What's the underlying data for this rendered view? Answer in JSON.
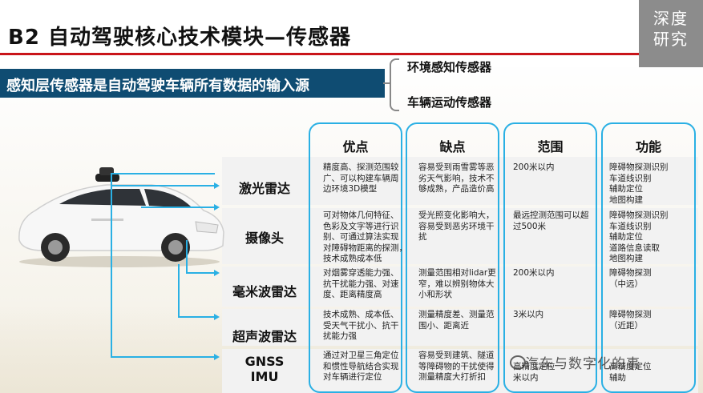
{
  "header": {
    "title": "B2 自动驾驶核心技术模块—传感器",
    "brand_line1": "深度",
    "brand_line2": "研究"
  },
  "subtitle": "感知层传感器是自动驾驶车辆所有数据的输入源",
  "sensor_types": [
    "环境感知传感器",
    "车辆运动传感器"
  ],
  "table": {
    "columns": [
      "优点",
      "缺点",
      "范围",
      "功能"
    ],
    "rows": [
      {
        "name": "激光雷达",
        "advantages": "精度高、探测范围较\n广、可以构建车辆周\n边环境3D模型",
        "disadvantages": "容易受到雨雪雾等恶\n劣天气影响，技术不\n够成熟，产品造价高",
        "range": "200米以内",
        "functions": "障碍物探测识别\n车道线识别\n辅助定位\n地图构建"
      },
      {
        "name": "摄像头",
        "advantages": "可对物体几何特征、\n色彩及文字等进行识\n别、可通过算法实现\n对障碍物距离的探测，\n技术成熟成本低",
        "disadvantages": "受光照变化影响大，\n容易受到恶劣环境干\n扰",
        "range": "最远控测范围可以超\n过500米",
        "functions": "障碍物探测识别\n车道线识别\n辅助定位\n道路信息读取\n地图构建"
      },
      {
        "name": "毫米波雷达",
        "advantages": "对烟雾穿透能力强、\n抗干扰能力强、对速\n度、距离精度高",
        "disadvantages": "测量范围相对lidar更\n窄，难以辨别物体大\n小和形状",
        "range": "200米以内",
        "functions": "障碍物探测\n（中远）"
      },
      {
        "name": "超声波雷达",
        "advantages": "技术成熟、成本低、\n受天气干扰小、抗干\n扰能力强",
        "disadvantages": "测量精度差、测量范\n围小、距离近",
        "range": "3米以内",
        "functions": "障碍物探测\n（近距）"
      },
      {
        "name_line1": "GNSS",
        "name_line2": "IMU",
        "advantages": "通过对卫星三角定位\n和惯性导航结合实现\n对车辆进行定位",
        "disadvantages": "容易受到建筑、隧道\n等障碍物的干扰使得\n测量精度大打折扣",
        "range": "高精度定位\n米以内",
        "functions": "高精度定位\n辅助"
      }
    ]
  },
  "watermark": "汽车与数字化的事",
  "colors": {
    "accent_red": "#c9141a",
    "navy": "#0f4c72",
    "column_border": "#2ab0e4",
    "brand_gray": "#8c8c8c"
  }
}
